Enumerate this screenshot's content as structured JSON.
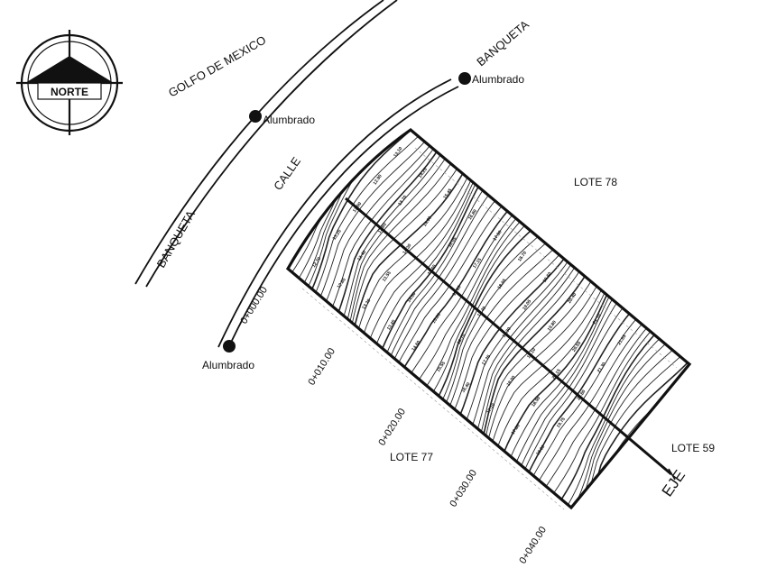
{
  "compass": {
    "label": "NORTE"
  },
  "streets": {
    "sea_name": "GOLFO DE MEXICO",
    "sidewalk_north": "BANQUETA",
    "sidewalk_south": "BANQUETA",
    "street": "CALLE"
  },
  "lights": {
    "light_north": "Alumbrado",
    "light_mid": "Alumbrado",
    "light_south": "Alumbrado"
  },
  "lots": {
    "north": "LOTE 78",
    "south": "LOTE 77",
    "east": "LOTE 59"
  },
  "axis": {
    "label": "EJE",
    "stations": [
      "0+000.00",
      "0+010.00",
      "0+020.00",
      "0+030.00",
      "0+040.00"
    ]
  },
  "elevations": [
    [
      "12.70",
      "12.85",
      "13.20",
      "13.45",
      "14.60",
      "15.55",
      "16.40",
      "17.10",
      "17.80",
      "18.60"
    ],
    [
      "13.25",
      "13.40",
      "13.55",
      "14.60",
      "15.80",
      "16.70",
      "17.35",
      "18.00",
      "18.90",
      "19.75"
    ],
    [
      "13.00",
      "13.60",
      "14.30",
      "15.60",
      "16.65",
      "17.40",
      "18.30",
      "19.10",
      "20.15",
      "20.80"
    ],
    [
      "12.90",
      "13.70",
      "14.90",
      "16.05",
      "17.15",
      "18.05",
      "19.05",
      "19.80",
      "20.55",
      "21.30"
    ],
    [
      "13.10",
      "14.25",
      "15.45",
      "16.80",
      "17.90",
      "18.70",
      "19.60",
      "20.40",
      "21.10",
      "21.65"
    ]
  ]
}
